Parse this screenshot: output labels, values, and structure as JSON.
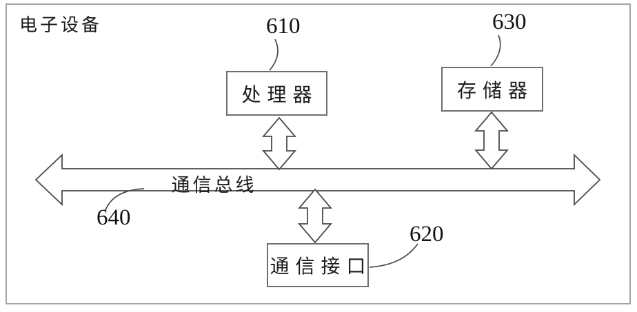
{
  "colors": {
    "background": "#ffffff",
    "frame_border": "#a3a3a3",
    "line": "#4a4a4a",
    "text": "#1b1b1b"
  },
  "diagram": {
    "title": "电子设备",
    "bus": {
      "label": "通信总线",
      "ref": "640"
    },
    "nodes": [
      {
        "id": "processor",
        "label": "处理器",
        "ref": "610"
      },
      {
        "id": "memory",
        "label": "存储器",
        "ref": "630"
      },
      {
        "id": "comm-interface",
        "label": "通信接口",
        "ref": "620"
      }
    ]
  }
}
